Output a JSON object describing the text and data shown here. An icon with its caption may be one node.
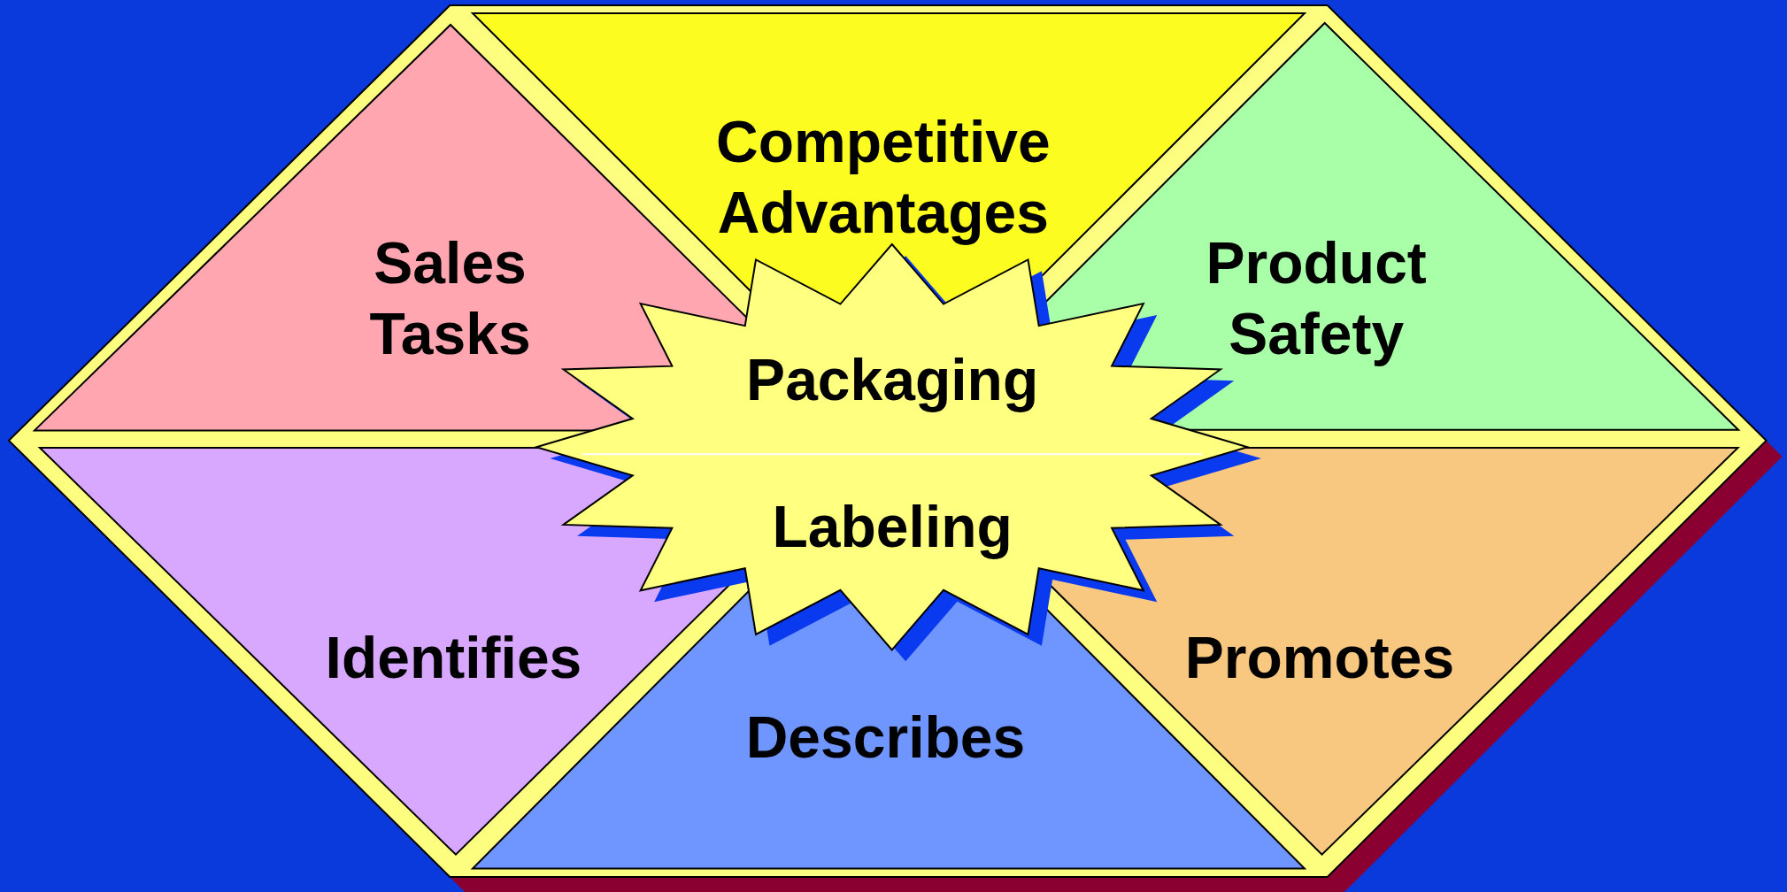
{
  "diagram": {
    "nodes": [
      {
        "text": [],
        "shape": "hexagon"
      },
      {
        "text": [
          "Competitive Advantages"
        ],
        "in": 0
      },
      {
        "text": [
          "Sales Tasks"
        ],
        "in": 0
      },
      {
        "text": [
          "Product Safety"
        ],
        "in": 0
      },
      {
        "text": [
          "Packaging",
          "Labeling"
        ],
        "in": 0
      },
      {
        "text": [
          "Identifies"
        ],
        "in": 0
      },
      {
        "text": [
          "Promotes"
        ],
        "in": 0
      },
      {
        "text": [
          "Describes"
        ],
        "in": 0
      }
    ]
  }
}
